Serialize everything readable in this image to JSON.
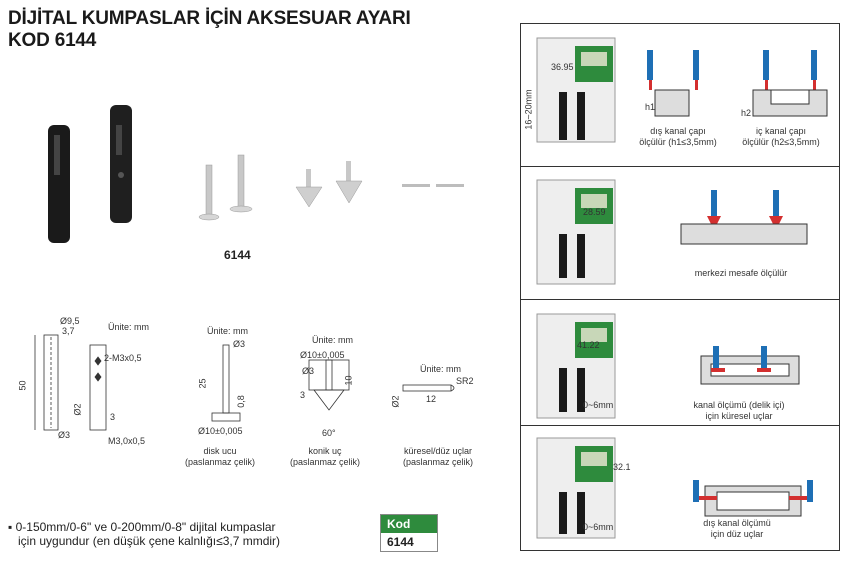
{
  "header": {
    "title_line1": "DİJİTAL KUMPASLAR İÇİN AKSESUAR AYARI",
    "title_line2": "KOD 6144"
  },
  "product_code_label": "6144",
  "drawings": {
    "unit_label": "Ünite: mm",
    "holder": {
      "d1": "Ø9,5",
      "d2": "3,7",
      "length": "50",
      "d3": "Ø3",
      "thread1": "2-M3x0,5",
      "thread2": "M3,0x0,5",
      "d4": "Ø2",
      "d5": "3"
    },
    "disk": {
      "unit": "Ünite: mm",
      "d_top": "Ø3",
      "len": "25",
      "thk": "0,8",
      "d_base": "Ø10±0,005",
      "caption_line1": "disk ucu",
      "caption_line2": "(paslanmaz çelik)"
    },
    "conical": {
      "unit": "Ünite: mm",
      "d_top": "Ø10±0,005",
      "d_stem": "Ø3",
      "h1": "3",
      "h2": "10",
      "angle": "60°",
      "caption_line1": "konik uç",
      "caption_line2": "(paslanmaz çelik)"
    },
    "spherical": {
      "unit": "Ünite: mm",
      "d": "Ø2",
      "len": "12",
      "sr": "SR2",
      "caption_line1": "küresel/düz uçlar",
      "caption_line2": "(paslanmaz çelik)"
    }
  },
  "bullet": {
    "line1": "0-150mm/0-6\" ve 0-200mm/0-8\" dijital kumpaslar",
    "line2": "için uygundur (en düşük çene kalnlığı≤3,7 mmdir)"
  },
  "kod_table": {
    "header": "Kod",
    "value": "6144"
  },
  "panels": [
    {
      "range_label": "16~20mm",
      "display": "36.95",
      "left_caption_line1": "dış kanal çapı",
      "left_caption_line2": "ölçülür (h1≤3,5mm)",
      "right_caption_line1": "iç kanal çapı",
      "right_caption_line2": "ölçülür (h2≤3,5mm)",
      "h1": "h1",
      "h2": "h2"
    },
    {
      "display": "28.59",
      "caption": "merkezi mesafe ölçülür"
    },
    {
      "display": "41.22",
      "range_label": "0~6mm",
      "caption_line1": "kanal ölçümü (delik içi)",
      "caption_line2": "için küresel uçlar"
    },
    {
      "display": "32.1",
      "range_label": "0~6mm",
      "caption_line1": "dış kanal ölçümü",
      "caption_line2": "için düz uçlar"
    }
  ],
  "colors": {
    "accent_green": "#2e8b3d",
    "pin_blue": "#1e6fb5",
    "pin_red": "#d32f2f"
  }
}
